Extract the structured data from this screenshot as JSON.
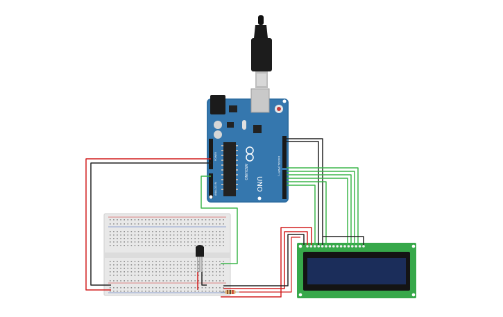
{
  "board": {
    "name": "UNO",
    "brand": "ARDUINO",
    "power_label": "POWER",
    "digital_label": "DIGITAL (PWM~)",
    "analog_label": "ANALOG IN",
    "color": "#2f6fa3"
  },
  "components": {
    "usb_cable": "usb-cable",
    "breadboard": "breadboard",
    "sensor": "temperature-sensor",
    "resistor": "resistor",
    "lcd": "lcd-16x2"
  },
  "colors": {
    "wire_red": "#d21f1f",
    "wire_black": "#222222",
    "wire_green": "#3bb54a",
    "lcd_pcb": "#37a84a",
    "lcd_screen": "#1b2d5a",
    "breadboard": "#e8e8e8"
  }
}
